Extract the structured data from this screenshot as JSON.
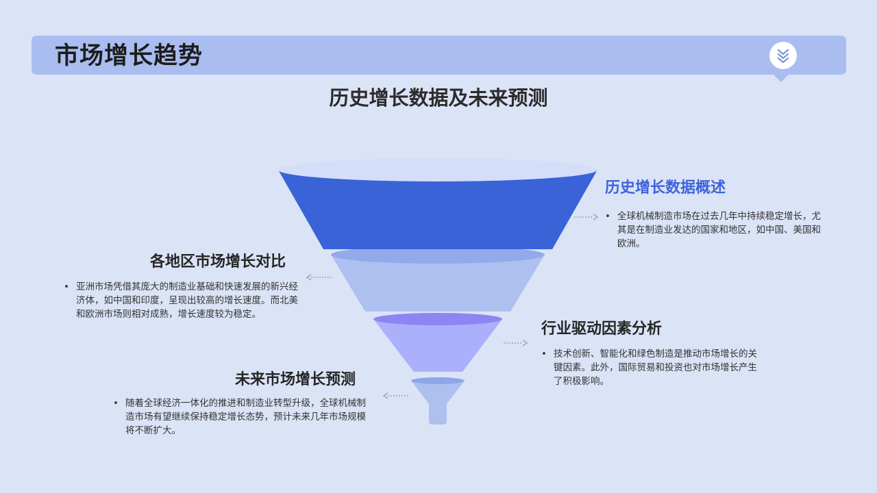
{
  "header": {
    "title": "市场增长趋势",
    "icon": "double-chevron-down-icon"
  },
  "subtitle": "历史增长数据及未来预测",
  "sections": {
    "history": {
      "title": "历史增长数据概述",
      "text": "全球机械制造市场在过去几年中持续稳定增长，尤其是在制造业发达的国家和地区，如中国、美国和欧洲。"
    },
    "regions": {
      "title": "各地区市场增长对比",
      "text": "亚洲市场凭借其庞大的制造业基础和快速发展的新兴经济体，如中国和印度，呈现出较高的增长速度。而北美和欧洲市场则相对成熟，增长速度较为稳定。"
    },
    "drivers": {
      "title": "行业驱动因素分析",
      "text": "技术创新、智能化和绿色制造是推动市场增长的关键因素。此外，国际贸易和投资也对市场增长产生了积极影响。"
    },
    "forecast": {
      "title": "未来市场增长预测",
      "text": "随着全球经济一体化的推进和制造业转型升级，全球机械制造市场有望继续保持稳定增长态势，预计未来几年市场规模将不断扩大。"
    }
  },
  "bullet": "•",
  "colors": {
    "background": "#dbe3f6",
    "header": "#a9bdf0",
    "accent": "#3e64db",
    "funnel_layer1": "#3a63d8",
    "funnel_layer2": "#aec0f0",
    "funnel_layer3": "#a7a8fa",
    "funnel_layer4": "#aec0f0"
  }
}
